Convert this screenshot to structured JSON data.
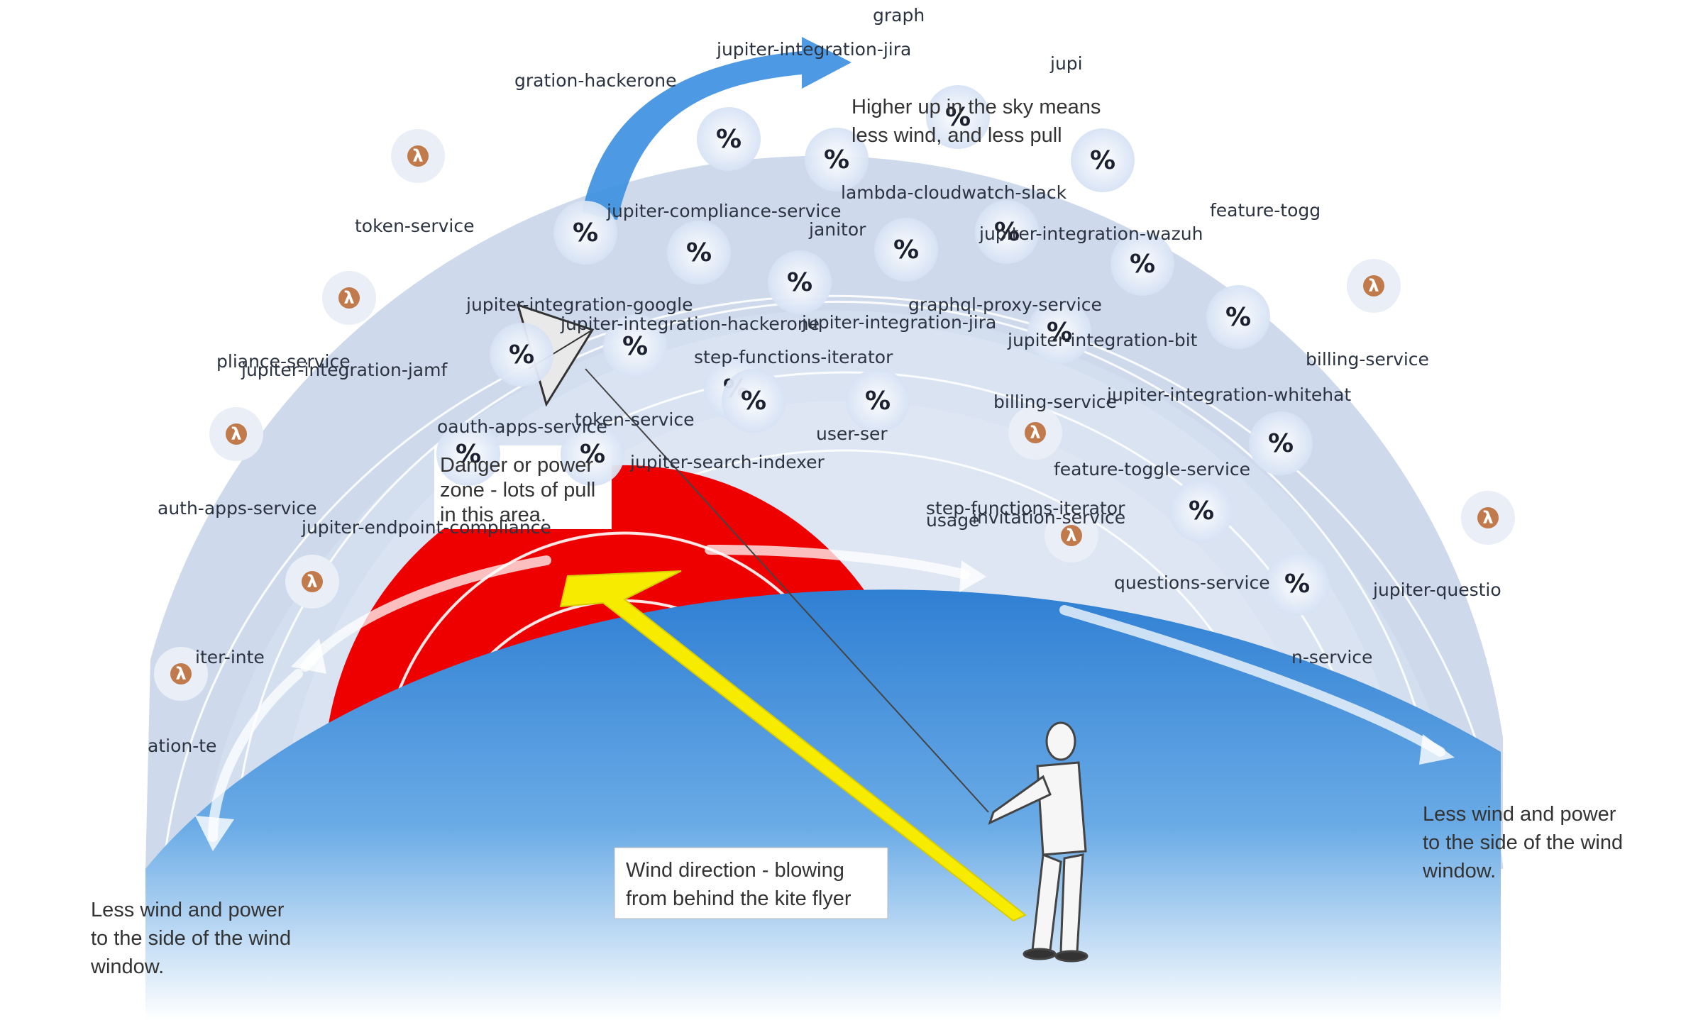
{
  "annotations": {
    "higher_line1": "Higher up in the sky means",
    "higher_line2": "less wind, and less pull",
    "danger_line1": "Danger or power",
    "danger_line2": "zone - lots of pull",
    "danger_line3": "in this area.",
    "wind_line1": "Wind direction - blowing",
    "wind_line2": "from behind the kite flyer",
    "left_line1": "Less wind and power",
    "left_line2": "to the side of the wind",
    "left_line3": "window.",
    "right_line1": "Less wind and power",
    "right_line2": "to the side of the wind",
    "right_line3": "window."
  },
  "services": [
    "graph",
    "jupiter-integration-jira",
    "jupi",
    "gration-hackerone",
    "lambda-cloudwatch-slack",
    "jupiter-compliance-service",
    "janitor",
    "jupiter-integration-wazuh",
    "feature-togg",
    "token-service",
    "jupiter-integration-google",
    "jupiter-integration-hackerone",
    "jupiter-integration-jira",
    "graphql-proxy-service",
    "jupiter-integration-bit",
    "step-functions-iterator",
    "pliance-service",
    "jupiter-integration-jamf",
    "billing-service",
    "billing-service",
    "jupiter-integration-whitehat",
    "oauth-apps-service",
    "token-service",
    "user-ser",
    "jupiter-search-indexer",
    "feature-toggle-service",
    "auth-apps-service",
    "jupiter-endpoint-compliance",
    "step-functions-iterator",
    "usage",
    "invitation-service",
    "questions-service",
    "jupiter-questio",
    "iter-inte",
    "n-service",
    "ation-te"
  ],
  "icons": {
    "lambda": "lambda-icon",
    "percent": "percent-icon"
  },
  "colors": {
    "sky": "#ced9ea",
    "danger_zone": "#ee0000",
    "ground": "#3a86d6",
    "wind_arrow": "#f7ec00",
    "lambda_badge": "#c07a4c",
    "node": "#e6eefa"
  }
}
